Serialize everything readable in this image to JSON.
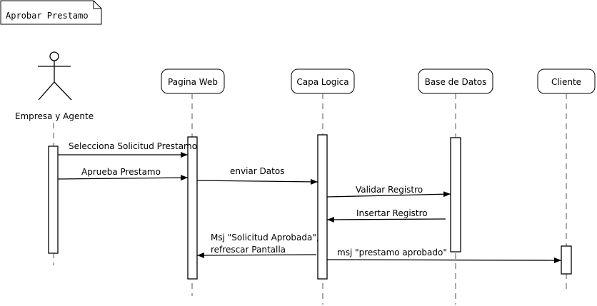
{
  "frame_title": "Aprobar Prestamo",
  "actor": {
    "label": "Empresa y Agente"
  },
  "lifelines": [
    {
      "label": "Pagina Web"
    },
    {
      "label": "Capa Logica"
    },
    {
      "label": "Base de Datos"
    },
    {
      "label": "Cliente"
    }
  ],
  "messages": [
    {
      "label": "Selecciona Solicitud Prestamo"
    },
    {
      "label": "Aprueba Prestamo"
    },
    {
      "label": "enviar Datos"
    },
    {
      "label": "Validar Registro"
    },
    {
      "label": "Insertar Registro"
    },
    {
      "label_line1": "Msj \"Solicitud Aprobada\",",
      "label_line2": "refrescar Pantalla"
    },
    {
      "label": "msj \"prestamo aprobado\""
    }
  ]
}
